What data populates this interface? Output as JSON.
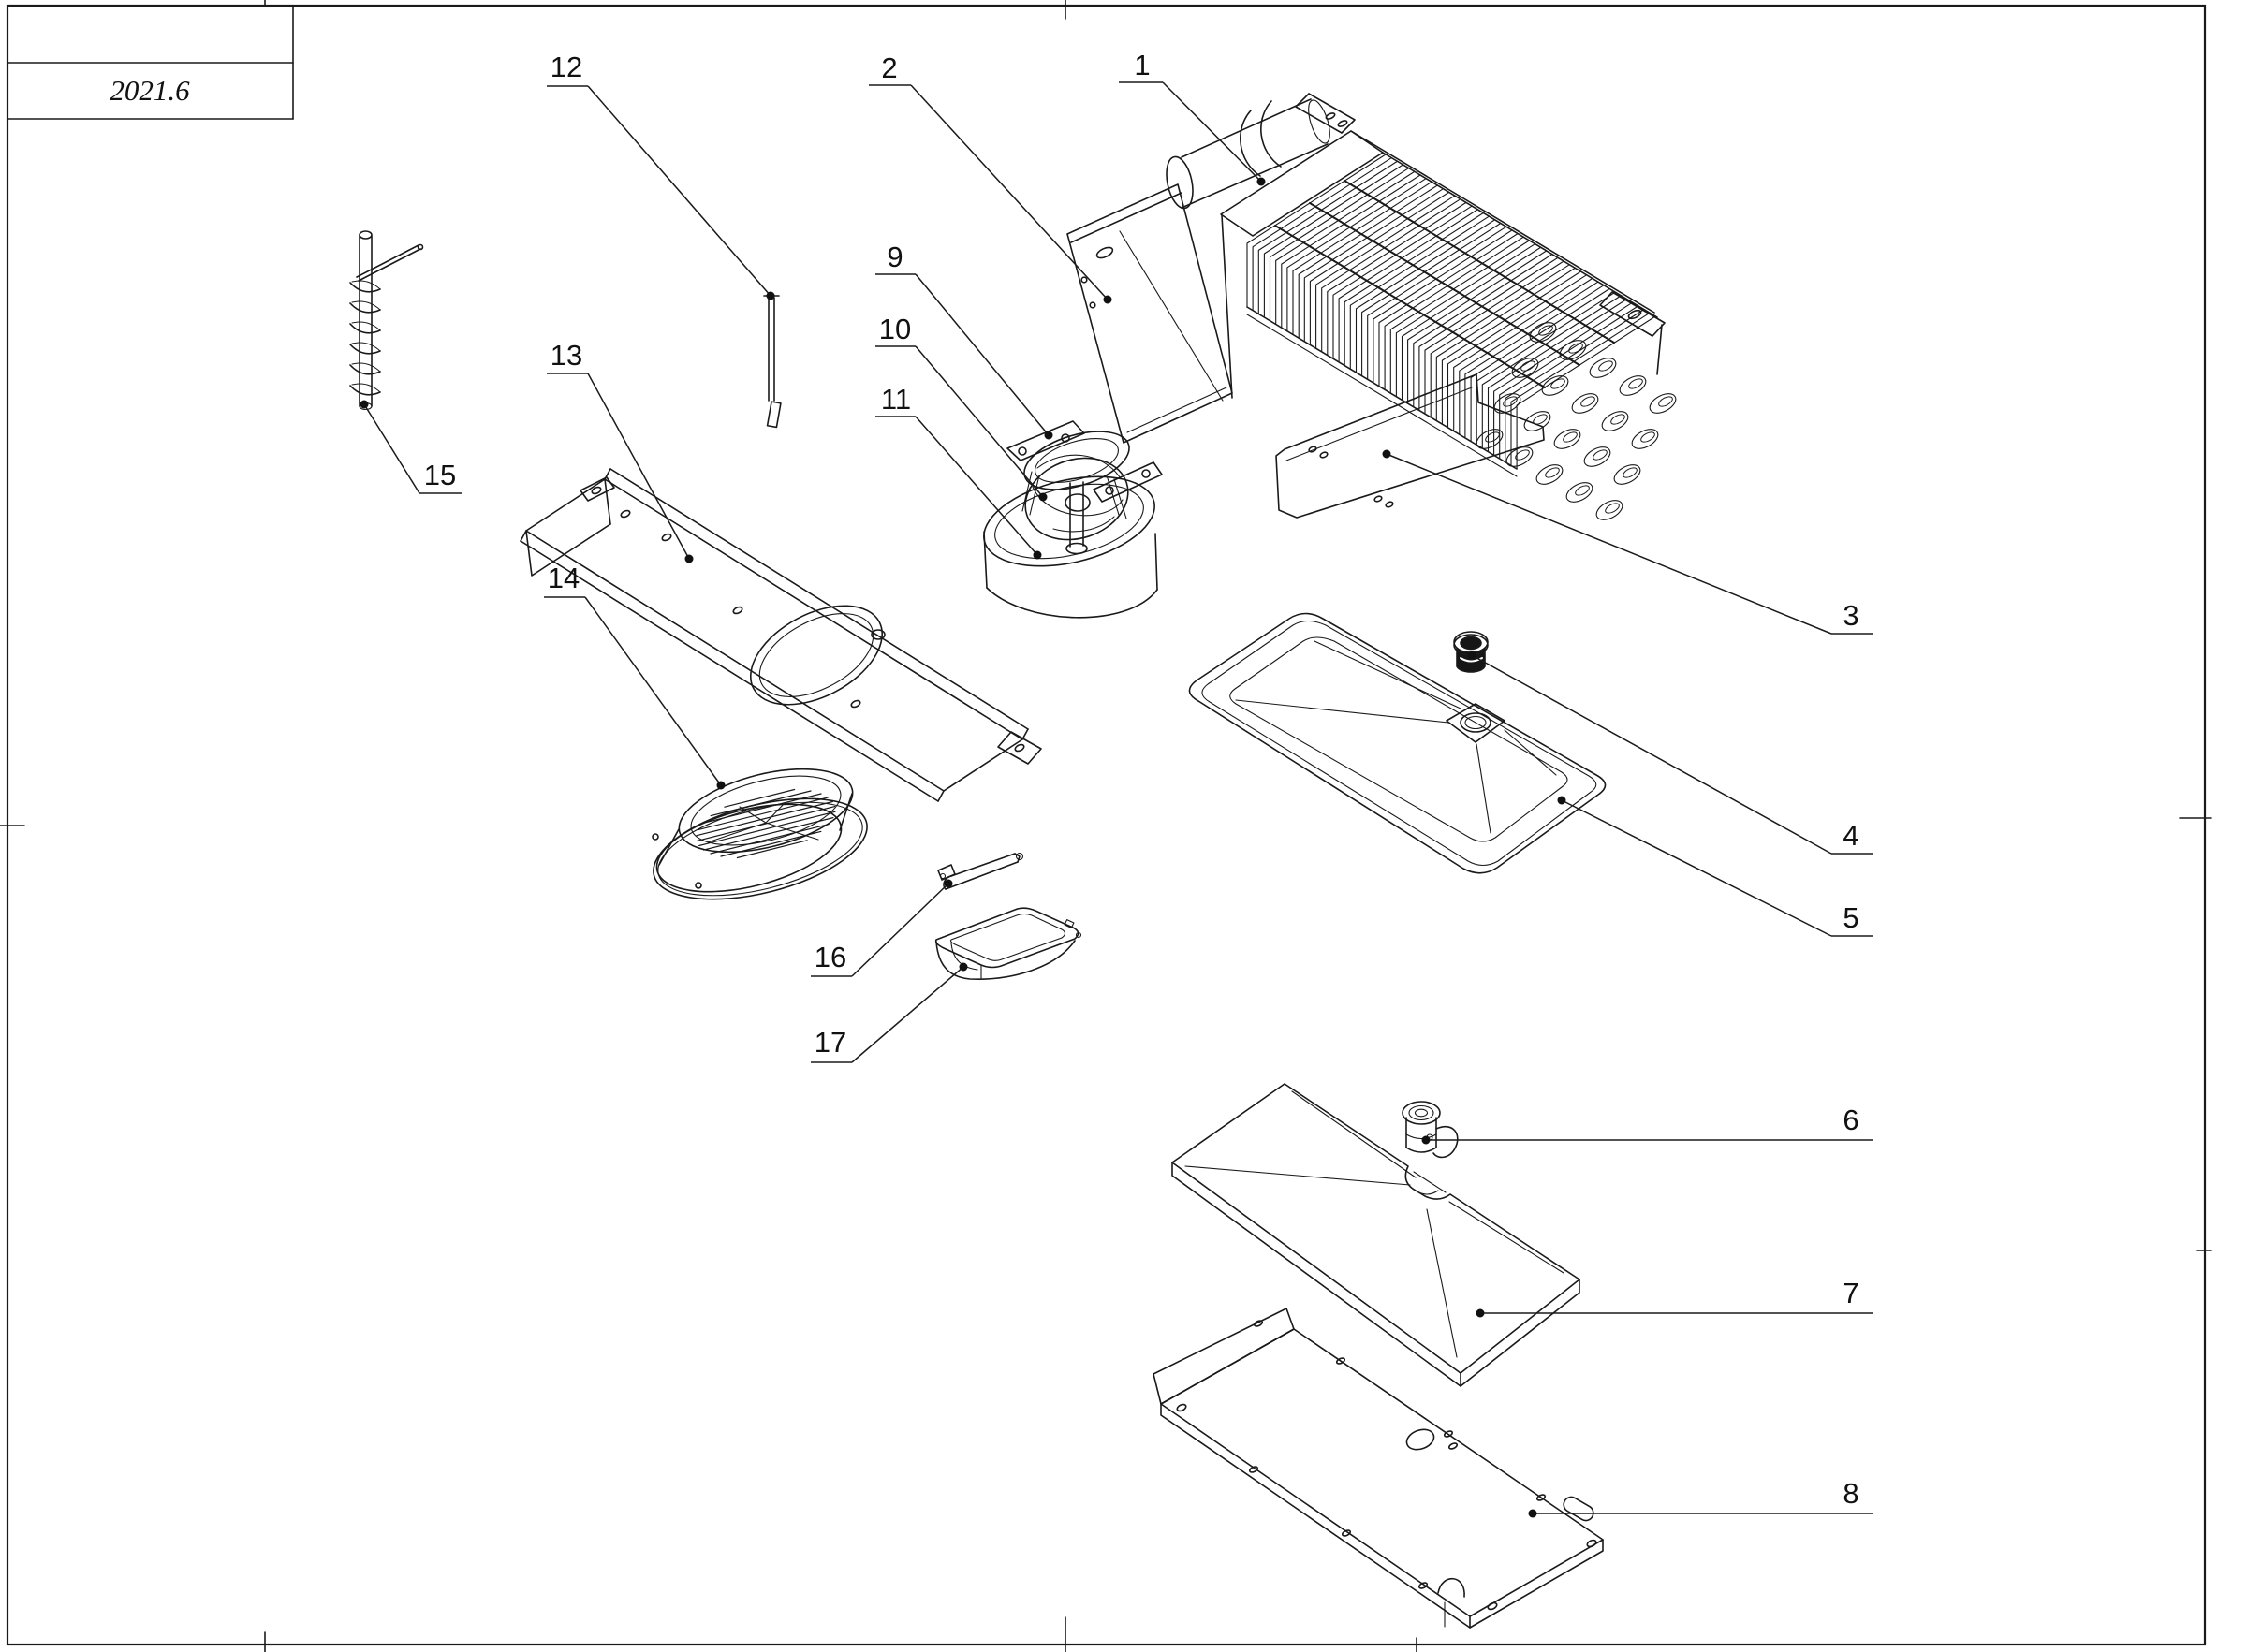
{
  "sheet": {
    "title_date": "2021.6",
    "background": "#ffffff",
    "line_color": "#1a1a1a"
  },
  "callouts": [
    {
      "n": "1",
      "label": [
        1220,
        80
      ],
      "lines": [
        [
          1195,
          88,
          1242,
          88
        ],
        [
          1242,
          88,
          1347,
          194
        ]
      ],
      "dot": [
        1347,
        194
      ]
    },
    {
      "n": "2",
      "label": [
        950,
        83
      ],
      "lines": [
        [
          928,
          91,
          973,
          91
        ],
        [
          973,
          91,
          1183,
          320
        ]
      ],
      "dot": [
        1183,
        320
      ]
    },
    {
      "n": "3",
      "label": [
        1977,
        668
      ],
      "lines": [
        [
          2000,
          677,
          1956,
          677
        ],
        [
          1956,
          677,
          1481,
          485
        ]
      ],
      "dot": [
        1481,
        485
      ]
    },
    {
      "n": "4",
      "label": [
        1977,
        903
      ],
      "lines": [
        [
          2000,
          912,
          1956,
          912
        ],
        [
          1956,
          912,
          1572,
          700
        ]
      ],
      "dot": [
        1572,
        700
      ]
    },
    {
      "n": "5",
      "label": [
        1977,
        991
      ],
      "lines": [
        [
          2000,
          1000,
          1956,
          1000
        ],
        [
          1956,
          1000,
          1668,
          855
        ]
      ],
      "dot": [
        1668,
        855
      ]
    },
    {
      "n": "6",
      "label": [
        1977,
        1207
      ],
      "lines": [
        [
          2000,
          1218,
          1523,
          1218
        ]
      ],
      "dot": [
        1523,
        1218
      ]
    },
    {
      "n": "7",
      "label": [
        1977,
        1392
      ],
      "lines": [
        [
          2000,
          1403,
          1581,
          1403
        ]
      ],
      "dot": [
        1581,
        1403
      ]
    },
    {
      "n": "8",
      "label": [
        1977,
        1606
      ],
      "lines": [
        [
          2000,
          1617,
          1637,
          1617
        ]
      ],
      "dot": [
        1637,
        1617
      ]
    },
    {
      "n": "9",
      "label": [
        956,
        285
      ],
      "lines": [
        [
          935,
          293,
          978,
          293
        ],
        [
          978,
          293,
          1120,
          465
        ]
      ],
      "dot": [
        1120,
        465
      ]
    },
    {
      "n": "10",
      "label": [
        956,
        362
      ],
      "lines": [
        [
          935,
          370,
          978,
          370
        ],
        [
          978,
          370,
          1114,
          531
        ]
      ],
      "dot": [
        1114,
        531
      ]
    },
    {
      "n": "11",
      "label": [
        957,
        437
      ],
      "lines": [
        [
          935,
          445,
          978,
          445
        ],
        [
          978,
          445,
          1108,
          593
        ]
      ],
      "dot": [
        1108,
        593
      ]
    },
    {
      "n": "12",
      "label": [
        605,
        82
      ],
      "lines": [
        [
          584,
          92,
          628,
          92
        ],
        [
          628,
          92,
          823,
          316
        ]
      ],
      "dot": [
        823,
        316
      ]
    },
    {
      "n": "13",
      "label": [
        605,
        390
      ],
      "lines": [
        [
          584,
          399,
          628,
          399
        ],
        [
          628,
          399,
          736,
          597
        ]
      ],
      "dot": [
        736,
        597
      ]
    },
    {
      "n": "14",
      "label": [
        602,
        628
      ],
      "lines": [
        [
          581,
          638,
          625,
          638
        ],
        [
          625,
          638,
          770,
          839
        ]
      ],
      "dot": [
        770,
        839
      ]
    },
    {
      "n": "15",
      "label": [
        470,
        518
      ],
      "lines": [
        [
          493,
          527,
          448,
          527
        ],
        [
          448,
          527,
          389,
          432
        ]
      ],
      "dot": [
        389,
        432
      ]
    },
    {
      "n": "16",
      "label": [
        887,
        1033
      ],
      "lines": [
        [
          866,
          1043,
          910,
          1043
        ],
        [
          910,
          1043,
          1013,
          944
        ]
      ],
      "dot": [
        1013,
        944
      ]
    },
    {
      "n": "17",
      "label": [
        887,
        1124
      ],
      "lines": [
        [
          866,
          1135,
          910,
          1135
        ],
        [
          910,
          1135,
          1029,
          1033
        ]
      ],
      "dot": [
        1029,
        1033
      ]
    }
  ]
}
